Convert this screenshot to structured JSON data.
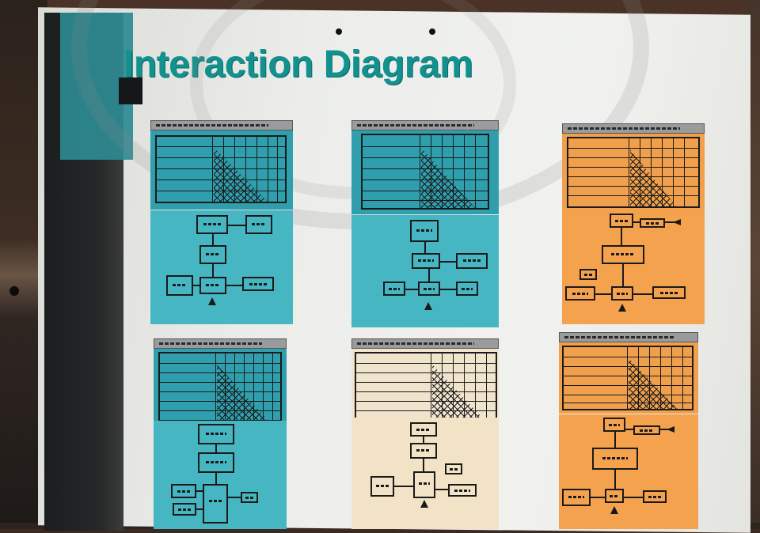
{
  "scene": "poster photograph",
  "poster": {
    "title": "Interaction Diagram",
    "title_color": "#12918f"
  },
  "panel_colors": {
    "teal_matrix": "#2f9fae",
    "teal_diagram": "#46b6c2",
    "orange": "#f4a24e",
    "beige": "#f3e3c6"
  },
  "panels": [
    {
      "color": "teal"
    },
    {
      "color": "teal"
    },
    {
      "color": "orange"
    },
    {
      "color": "teal"
    },
    {
      "color": "beige"
    },
    {
      "color": "orange"
    }
  ]
}
